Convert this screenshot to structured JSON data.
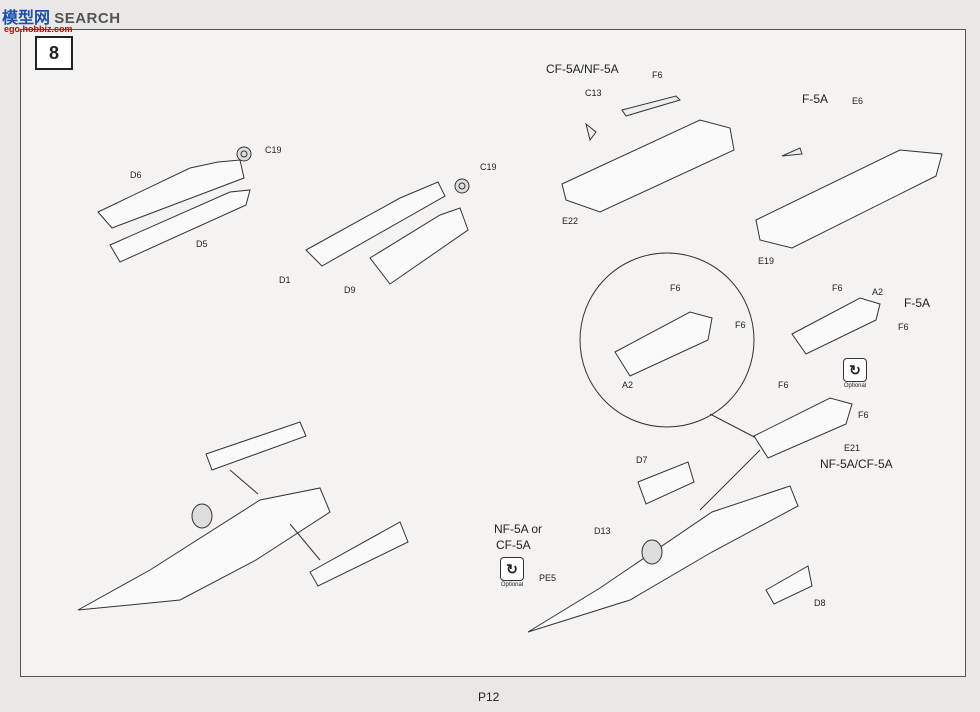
{
  "watermark": {
    "cn": "模型网",
    "search": "SEARCH",
    "site": "ego.hobbiz.com"
  },
  "step": "8",
  "page": "P12",
  "variants": {
    "cf_nf": "CF-5A/NF-5A",
    "f5a_top": "F-5A",
    "f5a_mid": "F-5A",
    "nf_cf": "NF-5A/CF-5A",
    "nf_or_line1": "NF-5A or",
    "nf_or_line2": "CF-5A"
  },
  "optional": {
    "symbol": "↻",
    "label": "Optional"
  },
  "parts": {
    "c19_a": "C19",
    "d6": "D6",
    "d5": "D5",
    "c19_b": "C19",
    "d1": "D1",
    "d9": "D9",
    "c13": "C13",
    "f6_a": "F6",
    "e22": "E22",
    "e6": "E6",
    "e19": "E19",
    "f6_b": "F6",
    "f6_c": "F6",
    "a2_a": "A2",
    "f6_d": "F6",
    "a2_b": "A2",
    "f6_e": "F6",
    "f6_f": "F6",
    "f6_g": "F6",
    "e21": "E21",
    "d7": "D7",
    "d13": "D13",
    "pe5": "PE5",
    "d8": "D8"
  }
}
